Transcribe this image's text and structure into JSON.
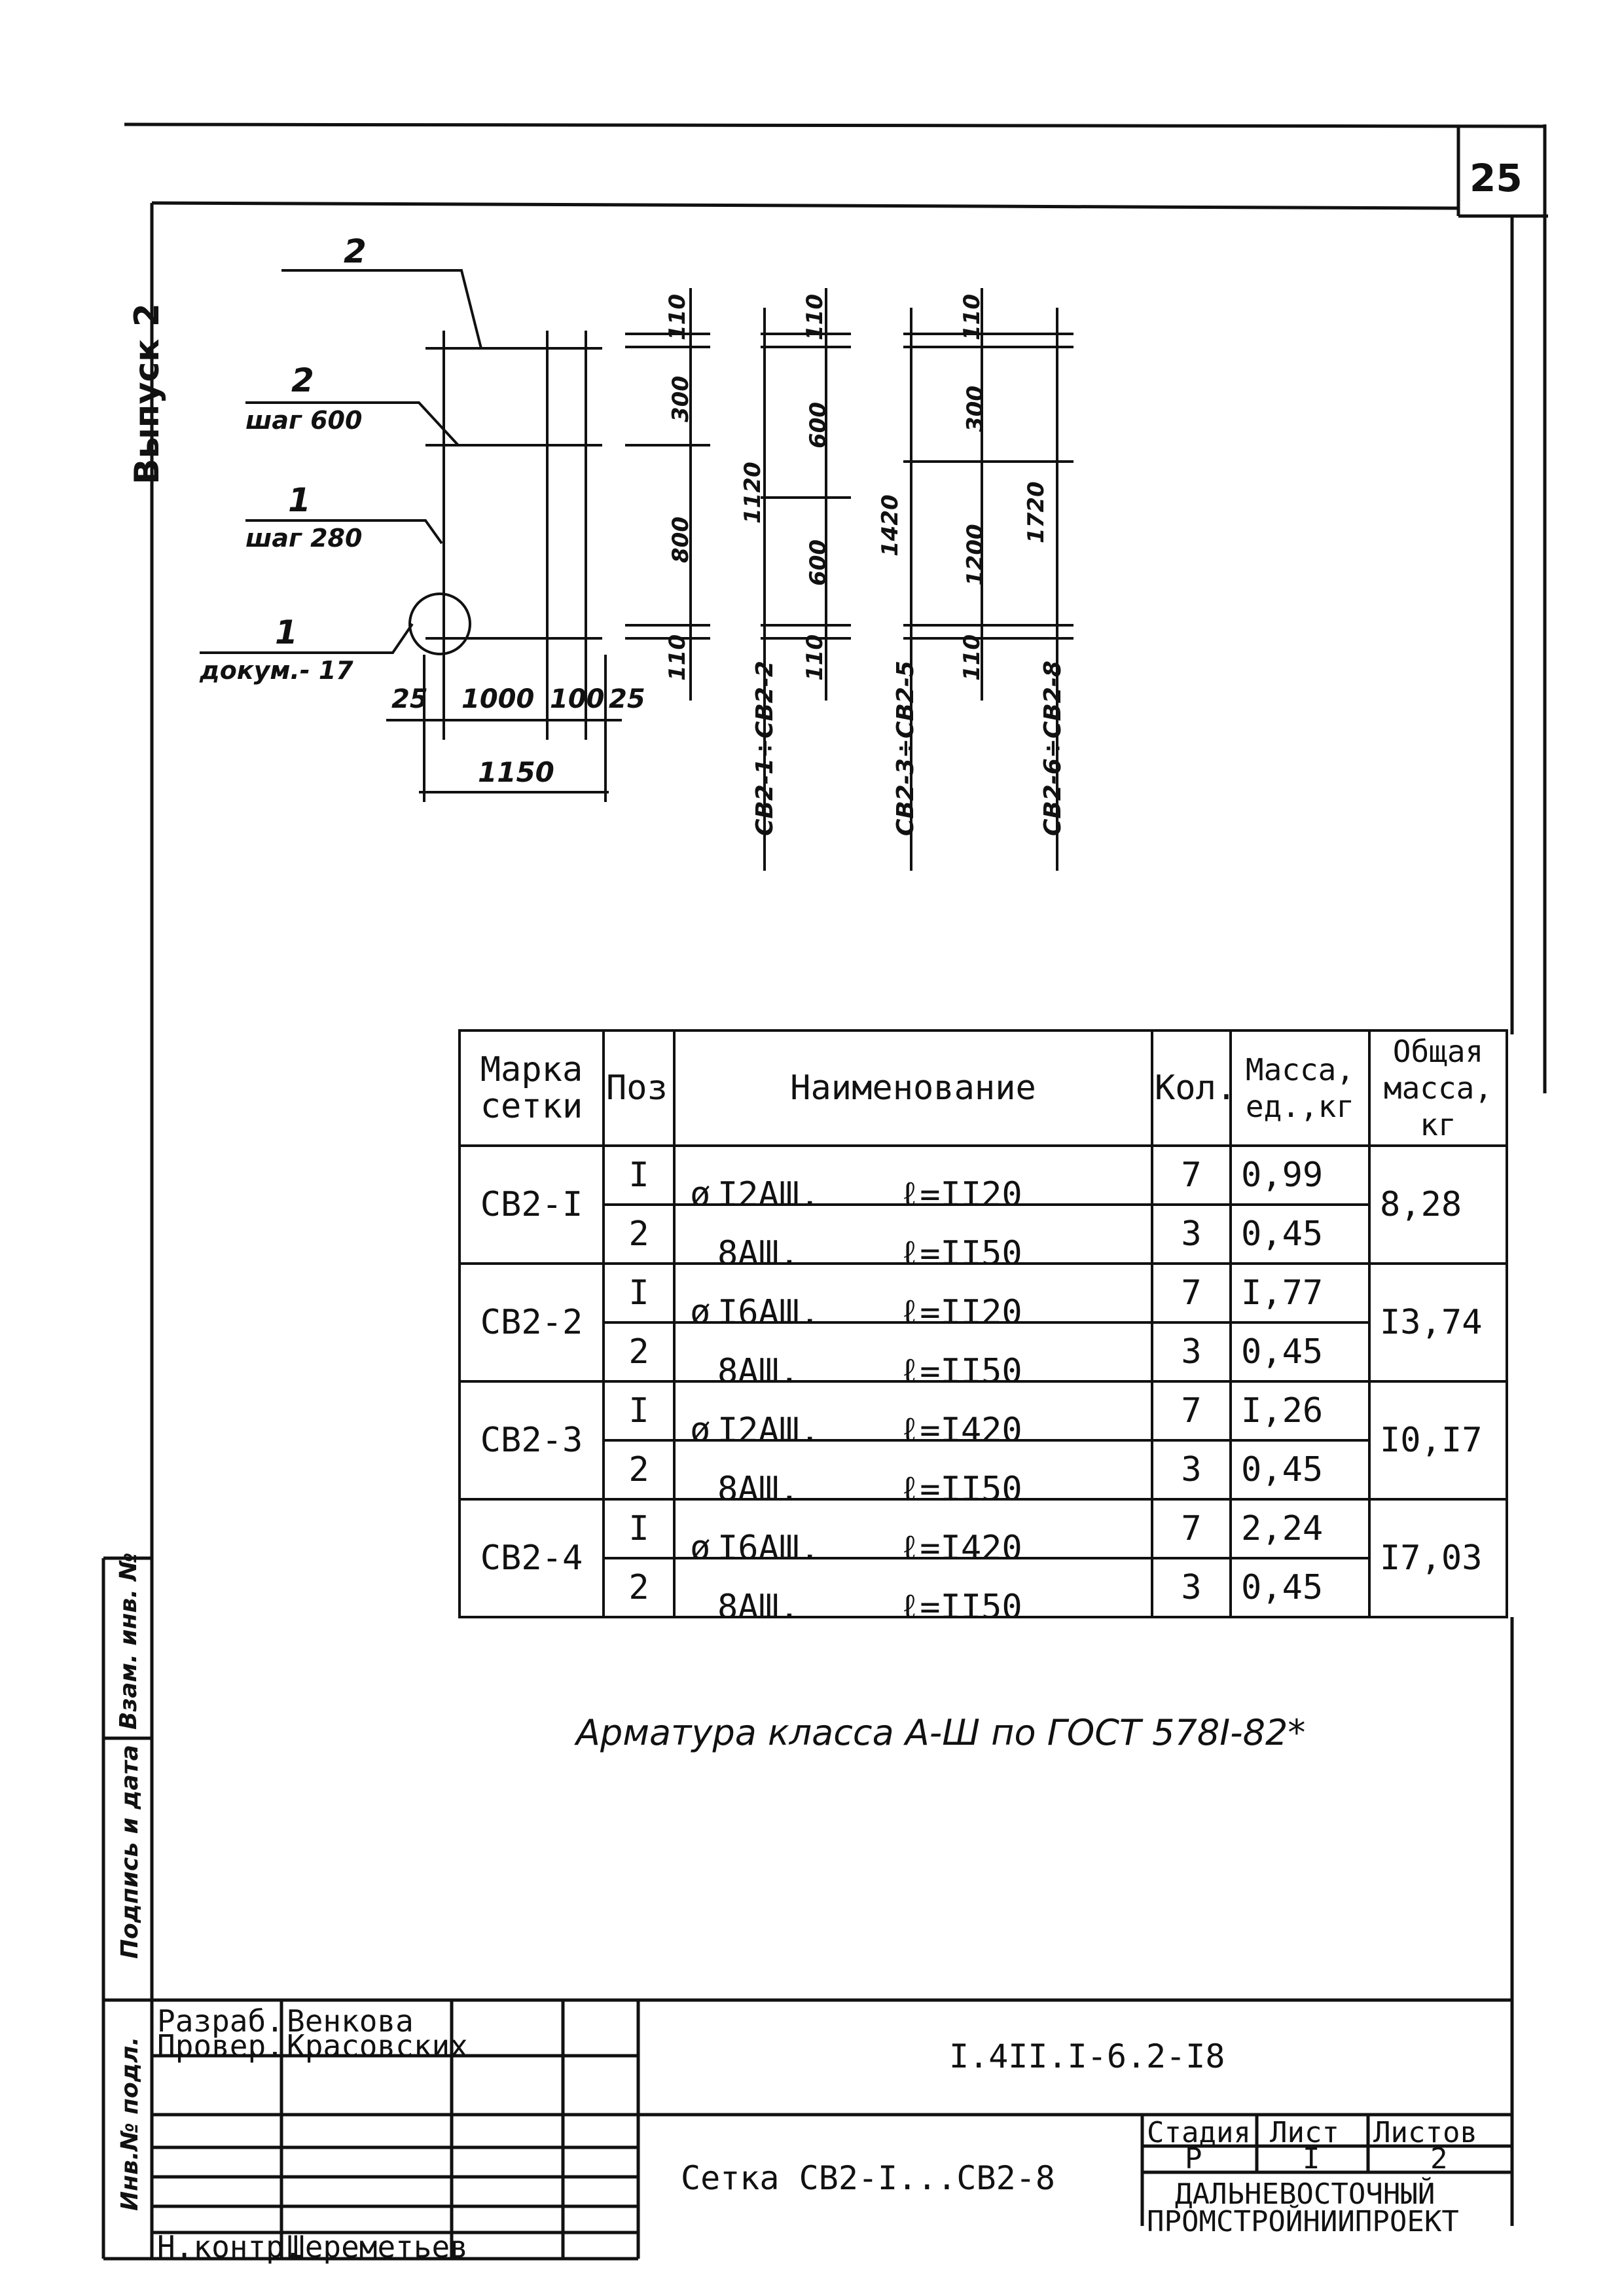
{
  "sheet_number": "25",
  "side_label": "Выпуск 2",
  "drawing": {
    "callouts": [
      {
        "id": "c1",
        "num": "2",
        "note": ""
      },
      {
        "id": "c2",
        "num": "2",
        "note": "шаг 600"
      },
      {
        "id": "c3",
        "num": "1",
        "note": "шаг 280"
      },
      {
        "id": "c4",
        "num": "1",
        "note": "докум.- 17"
      }
    ],
    "bottom_dims": [
      "25",
      "1000",
      "100",
      "25"
    ],
    "total_width": "1150",
    "columns": [
      {
        "label": "СВ2-1÷СВ2-2",
        "top": "110",
        "mid": "300",
        "low": "800",
        "bottom": "110",
        "total": "1120"
      },
      {
        "label": "СВ2-3÷СВ2-5",
        "top": "110",
        "mid": "600",
        "low": "600",
        "bottom": "110",
        "total": "1420"
      },
      {
        "label": "СВ2-6÷СВ2-8",
        "top": "110",
        "mid": "300",
        "low": "1200",
        "bottom": "110",
        "total": "1720"
      }
    ]
  },
  "table": {
    "headers": {
      "mark": "Марка сетки",
      "pos": "Поз.",
      "name": "Наименование",
      "qty": "Кол.",
      "mass": "Масса, ед.,кг",
      "total": "Общая масса, кг"
    },
    "groups": [
      {
        "mark": "СВ2-I",
        "total": "8,28",
        "rows": [
          {
            "pos": "I",
            "dia": "ø",
            "grade": "I2АШ,",
            "len": "ℓ=II20",
            "qty": "7",
            "mass": "0,99"
          },
          {
            "pos": "2",
            "dia": "",
            "grade": "8АШ,",
            "len": "ℓ=II50",
            "qty": "3",
            "mass": "0,45"
          }
        ]
      },
      {
        "mark": "СВ2-2",
        "total": "I3,74",
        "rows": [
          {
            "pos": "I",
            "dia": "ø",
            "grade": "I6АШ,",
            "len": "ℓ=II20",
            "qty": "7",
            "mass": "I,77"
          },
          {
            "pos": "2",
            "dia": "",
            "grade": "8АШ,",
            "len": "ℓ=II50",
            "qty": "3",
            "mass": "0,45"
          }
        ]
      },
      {
        "mark": "СВ2-3",
        "total": "I0,I7",
        "rows": [
          {
            "pos": "I",
            "dia": "ø",
            "grade": "I2АШ,",
            "len": "ℓ=I420",
            "qty": "7",
            "mass": "I,26"
          },
          {
            "pos": "2",
            "dia": "",
            "grade": "8АШ,",
            "len": "ℓ=II50",
            "qty": "3",
            "mass": "0,45"
          }
        ]
      },
      {
        "mark": "СВ2-4",
        "total": "I7,03",
        "rows": [
          {
            "pos": "I",
            "dia": "ø",
            "grade": "I6АШ,",
            "len": "ℓ=I420",
            "qty": "7",
            "mass": "2,24"
          },
          {
            "pos": "2",
            "dia": "",
            "grade": "8АШ,",
            "len": "ℓ=II50",
            "qty": "3",
            "mass": "0,45"
          }
        ]
      }
    ]
  },
  "note": "Арматура класса А-Ш по ГОСТ 578I-82*",
  "margin_labels": [
    "Взам. инв. №",
    "Подпись и дата",
    "Инв.№ подл."
  ],
  "title_block": {
    "rows": [
      {
        "role": "Разраб.",
        "name": "Венкова"
      },
      {
        "role": "Провер.",
        "name": "Красовских"
      },
      {
        "role": "Н.контр.",
        "name": "Шереметьев"
      }
    ],
    "code": "I.4II.I-6.2-I8",
    "title": "Сетка СВ2-I...СВ2-8",
    "stage_label": "Стадия",
    "stage": "Р",
    "sheet_label": "Лист",
    "sheet": "I",
    "sheets_label": "Листов",
    "sheets": "2",
    "org_line1": "ДАЛЬНЕВОСТОЧНЫЙ",
    "org_line2": "ПРОМСТРОЙНИИПРОЕКТ"
  }
}
